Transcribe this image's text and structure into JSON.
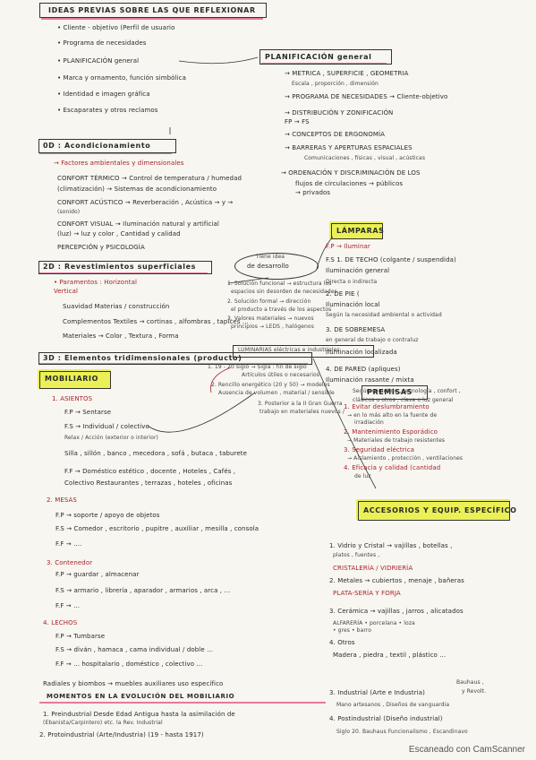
{
  "left": {
    "title": "IDEAS PREVIAS SOBRE LAS QUE REFLEXIONAR",
    "ideas": [
      "• Cliente - objetivo (Perfil de usuario",
      "• Programa  de  necesidades",
      "• PLANIFICACIÓN   general",
      "• Marca  y  ornamento,  función  simbólica",
      "• Identidad  e  imagen  gráfica",
      "• Escaparates  y  otros reclamos"
    ],
    "od_title": "0D : Acondicionamiento",
    "od_sub": "→ Factores  ambientales  y  dimensionales",
    "od_rows": [
      "CONFORT  TÉRMICO  → Control de temperatura / humedad",
      "(climatización)   → Sistemas de acondicionamiento",
      "CONFORT  ACÚSTICO  → Reverberación , Acústica → y →",
      "(sonido)",
      "CONFORT  VISUAL  → Iluminación natural y artificial",
      "(luz)              → luz y color ,  Cantidad y calidad",
      "PERCEPCIÓN  y  PSICOLOGÍA"
    ],
    "d2_title": "2D : Revestimientos  superficiales",
    "d2_rows": [
      "• Paramentos :   Horizontal",
      "                         Vertical",
      "Suavidad   Materias / construcción",
      "Complementos   Textiles → cortinas , alfombras , tapices ...",
      "Materiales → Color , Textura , Forma"
    ],
    "d3_title": "3D : Elementos  tridimensionales  (producto)",
    "mobiliario": "MOBILIARIO",
    "asientos": "1. ASIENTOS",
    "asientos_rows": [
      "F.P → Sentarse",
      "F.S → Individual / colectivo",
      "         Relax / Acción (exterior o interior)",
      "         Silla , sillón , banco , mecedora , sofá , butaca , taburete",
      "F.F →  Doméstico        estético , docente ,  Hoteles ,  Cafés ,",
      "         Colectivo        Restaurantes , terrazas , hoteles , oficinas"
    ],
    "mesas": "2. MESAS",
    "mesas_rows": [
      "F.P → soporte / apoyo de objetos",
      "F.S → Comedor , escritorio , pupitre , auxiliar , mesilla , consola",
      "F.F →   ...."
    ],
    "contenedor": "3. Contenedor",
    "contenedor_rows": [
      "F.P → guardar , almacenar",
      "F.S → armario , librería , aparador , armarios , arca , ...",
      "F.F →   ..."
    ],
    "lechos": "4. LECHOS",
    "lechos_rows": [
      "F.P → Tumbarse",
      "F.S → diván , hamaca , cama individual / doble ...",
      "F.F →   ...      hospitalario , doméstico , colectivo ..."
    ],
    "radiales": "Radiales  y  biombos  → muebles auxiliares uso específico",
    "momentos": "MOMENTOS  EN  LA  EVOLUCIÓN  DEL  MOBILIARIO",
    "momentos_rows": [
      "1. Preindustrial  Desde  Edad  Antigua  hasta  la  asimilación de",
      "    (Ebanista/Carpintero)                etc.              la Rev. Industrial",
      "2. Protoindustrial (Arte/Industria)  (19 - hasta  1917)"
    ]
  },
  "right": {
    "planificacion": "PLANIFICACIÓN  general",
    "plan_rows": [
      "→ METRICA , SUPERFICIE , GEOMETRIA",
      "    Escala , proporción , dimensión",
      "→ PROGRAMA  DE  NECESIDADES  → Cliente-objetivo",
      "→ DISTRIBUCIÓN  Y  ZONIFICACIÓN",
      "         FP  →  FS",
      "→ CONCEPTOS  DE  ERGONOMÍA",
      "→ BARRERAS  Y  APERTURAS  ESPACIALES",
      "    Comunicaciones ,  físicas , visual , acústicas",
      "→ ORDENACIÓN  Y  DISCRIMINACIÓN  DE  LOS",
      "  flujos de circulaciones  → públicos",
      "                                      → privados"
    ],
    "lamparas": "LÁMPARAS",
    "lamp_rows": [
      "F.P → Iluminar",
      "F.S      1. DE TECHO (colgante / suspendida)",
      "             Iluminación general",
      "             Directa o indirecta",
      "          2. DE PIE (",
      "             Iluminación local",
      "             Según la necesidad ambiental o actividad",
      "          3. DE SOBREMESA",
      "             en general de trabajo o contraluz",
      "             Iluminación localizada",
      "          4. DE PARED (apliques)",
      "             Iluminación rasante / mixta",
      "             Según cometido , tecnología , confort ,",
      "             clásicos u otros ,  clave o luz general"
    ],
    "tiene_idea": "Tiene idea",
    "de_desarrollo": "de desarrollo",
    "ideas_bubble": [
      "1. Solución funcional → estructura los",
      "   espacios sin desorden de necesidades",
      "2. Solución formal → dirección",
      "   el producto a través de los aspectos",
      "3. Valores materiales → nuevos",
      "   principios → LEDS , halógenos"
    ],
    "luminarias": "LUMINARIAS  eléctricas  e  industriales",
    "lum_rows": [
      "1. 19 - 20 siglo → Sigla : fin de siglo",
      "              Artículos útiles o necesarios",
      "2. Rencillo energético (20 y 50) → modelos",
      "    Ausencia de volumen , material / sensible",
      "3. Posterior a la II Gran Guerra",
      "    trabajo en  materiales nuevos /"
    ],
    "premisas": "PREMISAS",
    "premisas_rows": [
      "1. Evitar deslumbramiento",
      "    → en lo más alto en la fuente de",
      "       irradiación",
      "2. Mantenimiento Esporádico",
      "    → Materiales de trabajo resistentes",
      "3. Seguridad eléctrica",
      "    → Aislamiento , protección , ventilaciones",
      "4. Eficacia y calidad (cantidad",
      "    de luz"
    ],
    "accesorios": "ACCESORIOS Y EQUIP. ESPECÍFICO",
    "acc_rows": [
      "1. Vidrio y Cristal → vajillas , botellas ,",
      "                              platos , fuentes ,",
      "   CRISTALERÍA  /  VIDRIERÍA",
      "2. Metales → cubiertos , menaje , bañeras",
      "   PLATA-SERÍA  Y  FORJA",
      "3. Cerámica → vajillas , jarros , alicatados",
      "   ALFARERÍA            • porcelana   • loza",
      "                               • gres         • barro",
      "4. Otros",
      "   Madera , piedra , textil , plástico ..."
    ],
    "bottom_rows": [
      "3. Industrial (Arte e Industria)",
      "   Mano artesanos ,  Diseños de vanguardia",
      "4. Postindustrial (Diseño industrial)",
      "   Siglo 20.  Bauhaus   Funcionalismo , Escandinavo"
    ],
    "bauhaus": "Bauhaus ,",
    "bauhaus2": "y Revolt."
  },
  "watermark": "Escaneado con CamScanner"
}
